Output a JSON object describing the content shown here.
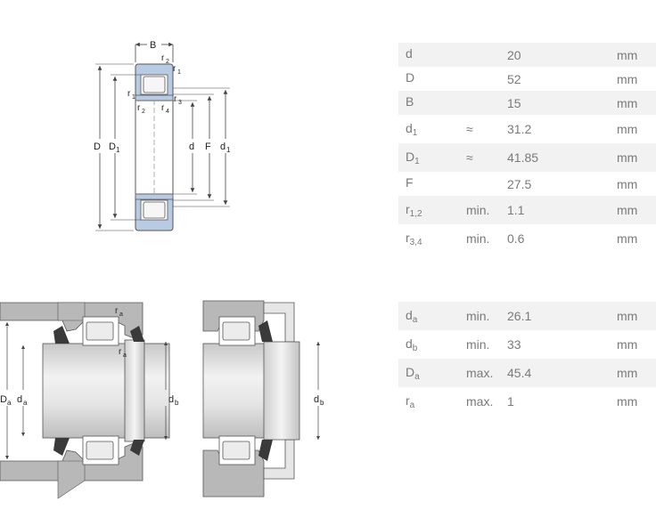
{
  "dimensions": [
    {
      "sym": "d",
      "sub": "",
      "q": "",
      "val": "20",
      "unit": "mm",
      "h": 27
    },
    {
      "sym": "D",
      "sub": "",
      "q": "",
      "val": "52",
      "unit": "mm",
      "h": 27
    },
    {
      "sym": "B",
      "sub": "",
      "q": "",
      "val": "15",
      "unit": "mm",
      "h": 27
    },
    {
      "sym": "d",
      "sub": "1",
      "q": "≈",
      "val": "31.2",
      "unit": "mm",
      "h": 32
    },
    {
      "sym": "D",
      "sub": "1",
      "q": "≈",
      "val": "41.85",
      "unit": "mm",
      "h": 32
    },
    {
      "sym": "F",
      "sub": "",
      "q": "",
      "val": "27.5",
      "unit": "mm",
      "h": 27
    },
    {
      "sym": "r",
      "sub": "1,2",
      "q": "min.",
      "val": "1.1",
      "unit": "mm",
      "h": 32
    },
    {
      "sym": "r",
      "sub": "3,4",
      "q": "min.",
      "val": "0.6",
      "unit": "mm",
      "h": 32
    }
  ],
  "abutment": [
    {
      "sym": "d",
      "sub": "a",
      "q": "min.",
      "val": "26.1",
      "unit": "mm",
      "h": 32
    },
    {
      "sym": "d",
      "sub": "b",
      "q": "min.",
      "val": "33",
      "unit": "mm",
      "h": 32
    },
    {
      "sym": "D",
      "sub": "a",
      "q": "max.",
      "val": "45.4",
      "unit": "mm",
      "h": 32
    },
    {
      "sym": "r",
      "sub": "a",
      "q": "max.",
      "val": "1",
      "unit": "mm",
      "h": 32
    }
  ],
  "diagram_labels": {
    "B": "B",
    "D": "D",
    "D1": "D",
    "D1_sub": "1",
    "d": "d",
    "F": "F",
    "d1": "d",
    "d1_sub": "1",
    "r1": "r",
    "r1_sub": "1",
    "r2": "r",
    "r2_sub": "2",
    "r3": "r",
    "r3_sub": "3",
    "r4": "r",
    "r4_sub": "4",
    "Da": "D",
    "Da_sub": "a",
    "da": "d",
    "da_sub": "a",
    "db": "d",
    "db_sub": "b",
    "ra": "r",
    "ra_sub": "a"
  }
}
